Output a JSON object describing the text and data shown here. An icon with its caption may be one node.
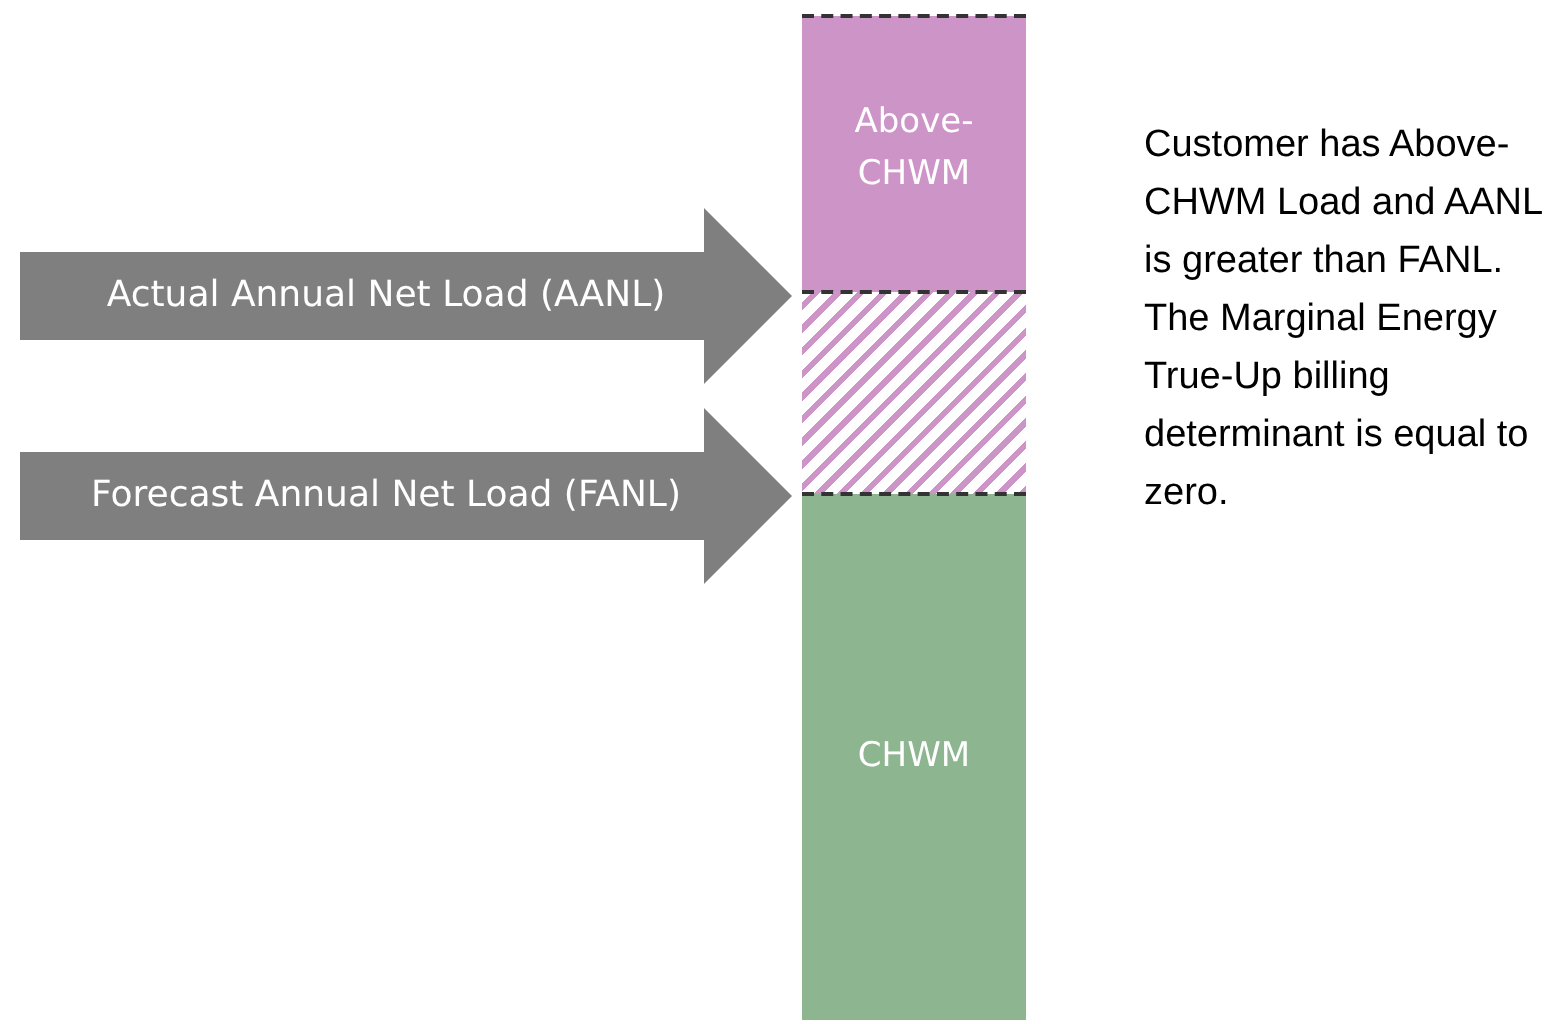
{
  "diagram": {
    "nodes": [
      {
        "text": [
          "Above-CHWM"
        ]
      },
      {
        "text": [
          "Actual Annual Net Load (AANL)"
        ]
      },
      {
        "text": [],
        "shape": "box"
      },
      {
        "text": [
          "Forecast Annual Net Load (FANL)"
        ]
      },
      {
        "text": [
          "CHWM"
        ]
      }
    ],
    "labels": [
      "Customer has Above-CHWM Load and AANL is greater than FANL.  The Marginal Energy True-Up billing determinant is equal to zero."
    ]
  }
}
